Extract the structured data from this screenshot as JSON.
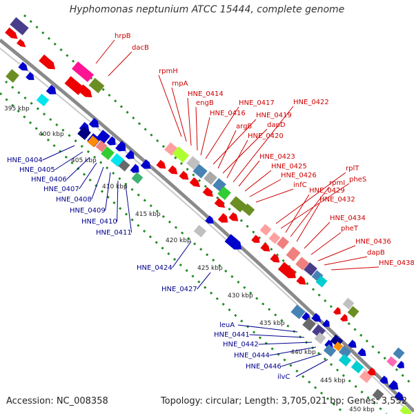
{
  "title": "Hyphomonas neptunium ATCC 15444, complete genome",
  "footer": {
    "accession": "Accession: NC_008358",
    "summary": "Topology: circular; Length: 3,705,021 bp; Genes: 3,552"
  },
  "colors": {
    "backbone": "#8a8a8a",
    "tick": "#228b22",
    "upper_label": "#cc0000",
    "lower_label": "#00008b",
    "kbp_label": "#222222"
  },
  "kbp_labels": [
    "395 kbp",
    "400 kbp",
    "405 kbp",
    "410 kbp",
    "415 kbp",
    "420 kbp",
    "425 kbp",
    "430 kbp",
    "435 kbp",
    "440 kbp",
    "445 kbp",
    "450 kbp"
  ],
  "upper_genes": [
    "hrpB",
    "dacB",
    "rpmH",
    "rnpA",
    "HNE_0414",
    "engB",
    "HNE_0416",
    "HNE_0417",
    "HNE_0419",
    "argB",
    "dapD",
    "HNE_0420",
    "HNE_0422",
    "HNE_0423",
    "HNE_0425",
    "HNE_0426",
    "infC",
    "rplT",
    "pheS",
    "HNE_0429",
    "rpmI",
    "HNE_0432",
    "HNE_0434",
    "pheT",
    "HNE_0436",
    "dapB",
    "HNE_0438"
  ],
  "lower_genes": [
    "HNE_0404",
    "HNE_0405",
    "HNE_0406",
    "HNE_0407",
    "HNE_0408",
    "HNE_0409",
    "HNE_0410",
    "HNE_0411",
    "HNE_0424",
    "HNE_0427",
    "leuA",
    "HNE_0441",
    "HNE_0442",
    "HNE_0444",
    "HNE_0446",
    "ilvC"
  ]
}
